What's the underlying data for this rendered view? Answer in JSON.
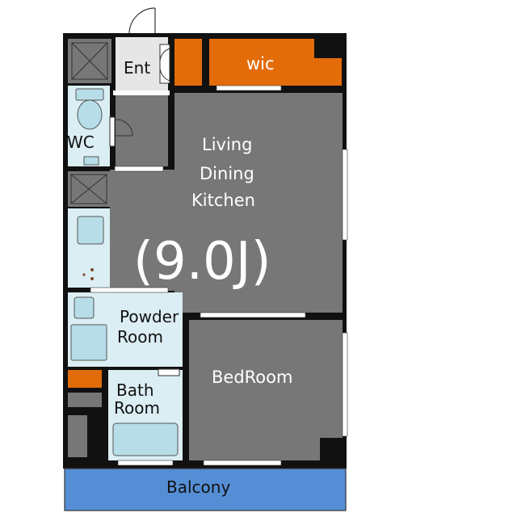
{
  "colors": {
    "wall": "#111111",
    "room": "#777777",
    "storage": "#e36c0a",
    "wet": "#dbeef4",
    "fixture": "#b7dde8",
    "balcony": "#558ed5",
    "hall": "#d9d9d9",
    "ent": "#e6e6e6"
  },
  "rooms": {
    "entrance": "Ent",
    "wic": "wic",
    "wc": "WC",
    "ldk": [
      "Living",
      "Dining",
      "Kitchen"
    ],
    "ldk_size": "(9.0J)",
    "powder": [
      "Powder",
      "Room"
    ],
    "bath": [
      "Bath",
      "Room"
    ],
    "bedroom": "BedRoom",
    "balcony": "Balcony"
  }
}
